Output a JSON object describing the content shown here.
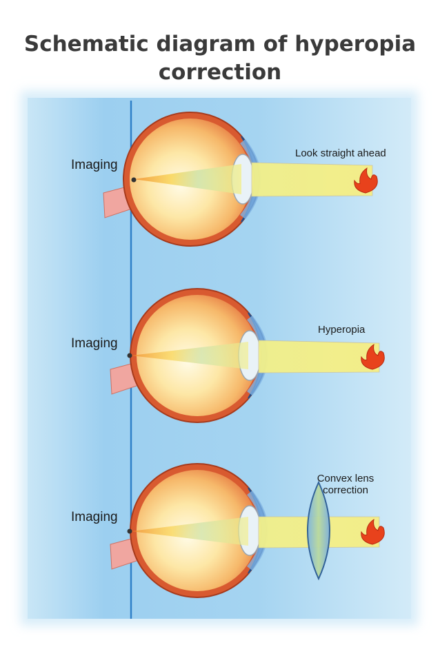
{
  "title_line1": "Schematic diagram of hyperopia",
  "title_line2": "correction",
  "panels": [
    {
      "imaging_label": "Imaging",
      "caption": "Look straight ahead"
    },
    {
      "imaging_label": "Imaging",
      "caption": "Hyperopia"
    },
    {
      "imaging_label": "Imaging",
      "caption_line1": "Convex lens",
      "caption_line2": "correction"
    }
  ],
  "colors": {
    "background_blue": "#a5d4f1",
    "retina_line": "#2f80c8",
    "light_beam": "#f4ee86",
    "flame": "#e8421c",
    "sclera": "#c85a32"
  }
}
